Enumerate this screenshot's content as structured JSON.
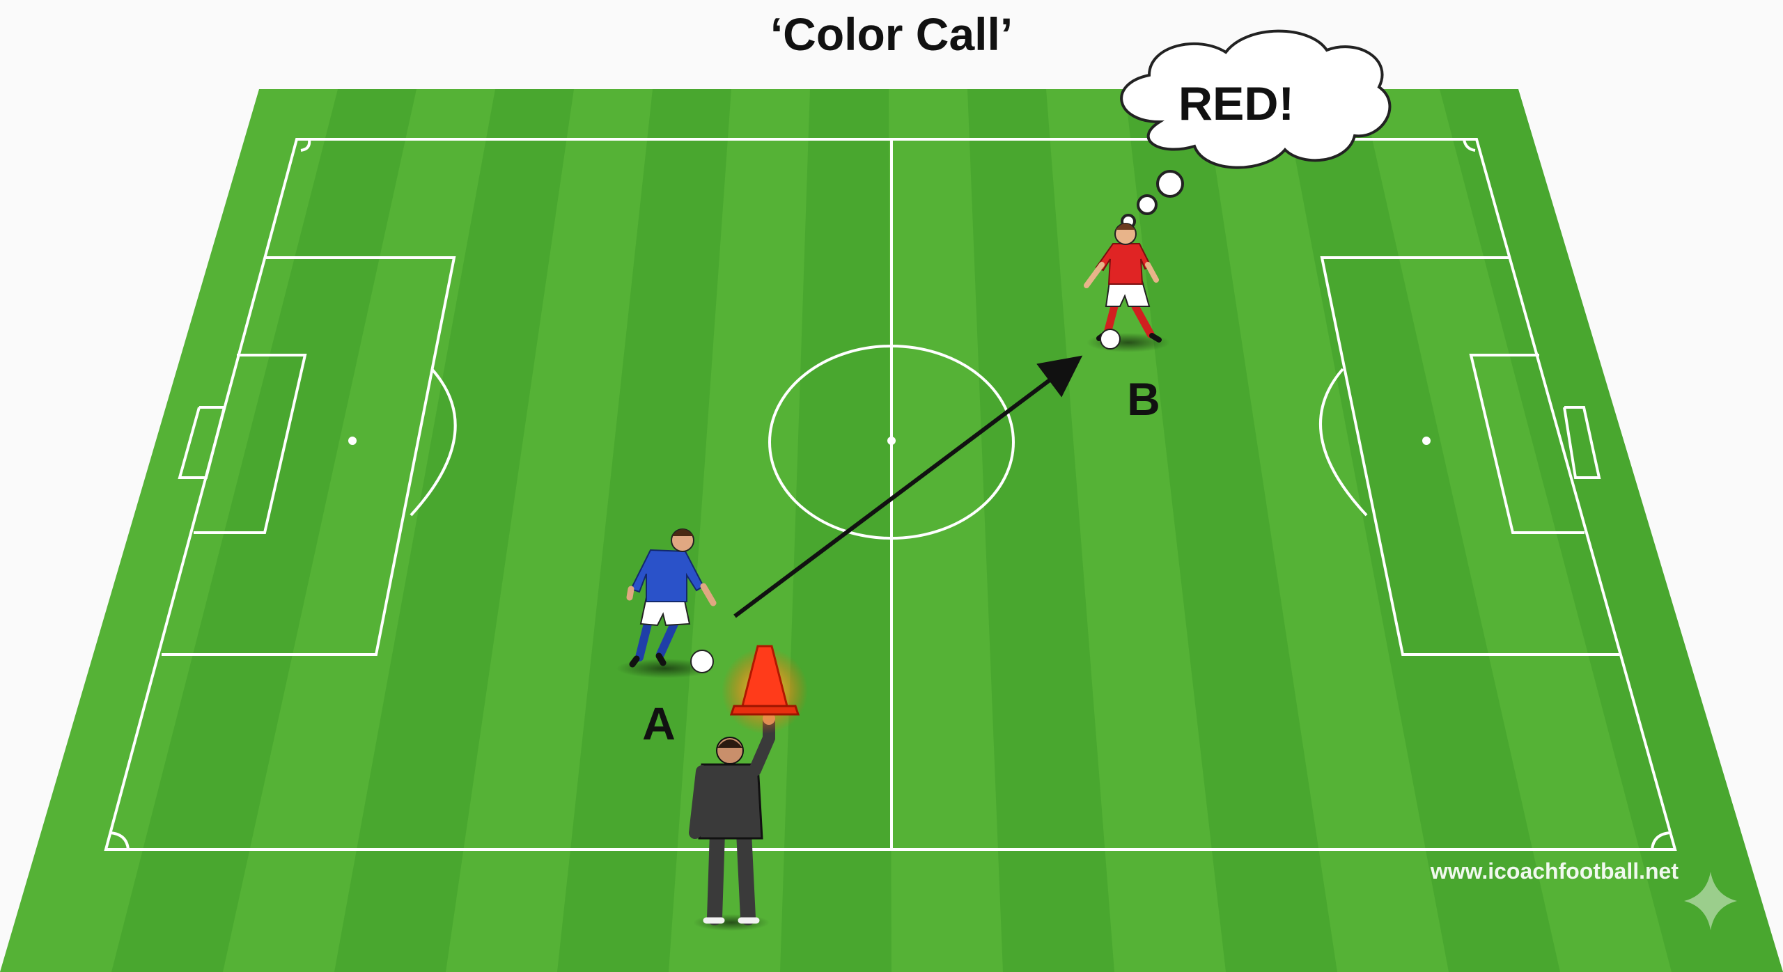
{
  "diagram": {
    "title": "‘Color Call’",
    "callout_text": "RED!",
    "player_a_label": "A",
    "player_b_label": "B",
    "watermark": "www.icoachfootball.net"
  },
  "colors": {
    "pitch_light": "#5fbf3a",
    "pitch_dark": "#3f9e2a",
    "lines": "#ffffff",
    "player_a_shirt": "#2a52c9",
    "player_b_shirt": "#e02424",
    "cone": "#ff3b1a",
    "coach": "#3a3a3a",
    "pass_arrow": "#111111"
  },
  "icons": {
    "cone": "cone-icon",
    "ball": "ball-icon",
    "thought_bubble": "thought-bubble-icon",
    "sparkle": "sparkle-icon"
  }
}
